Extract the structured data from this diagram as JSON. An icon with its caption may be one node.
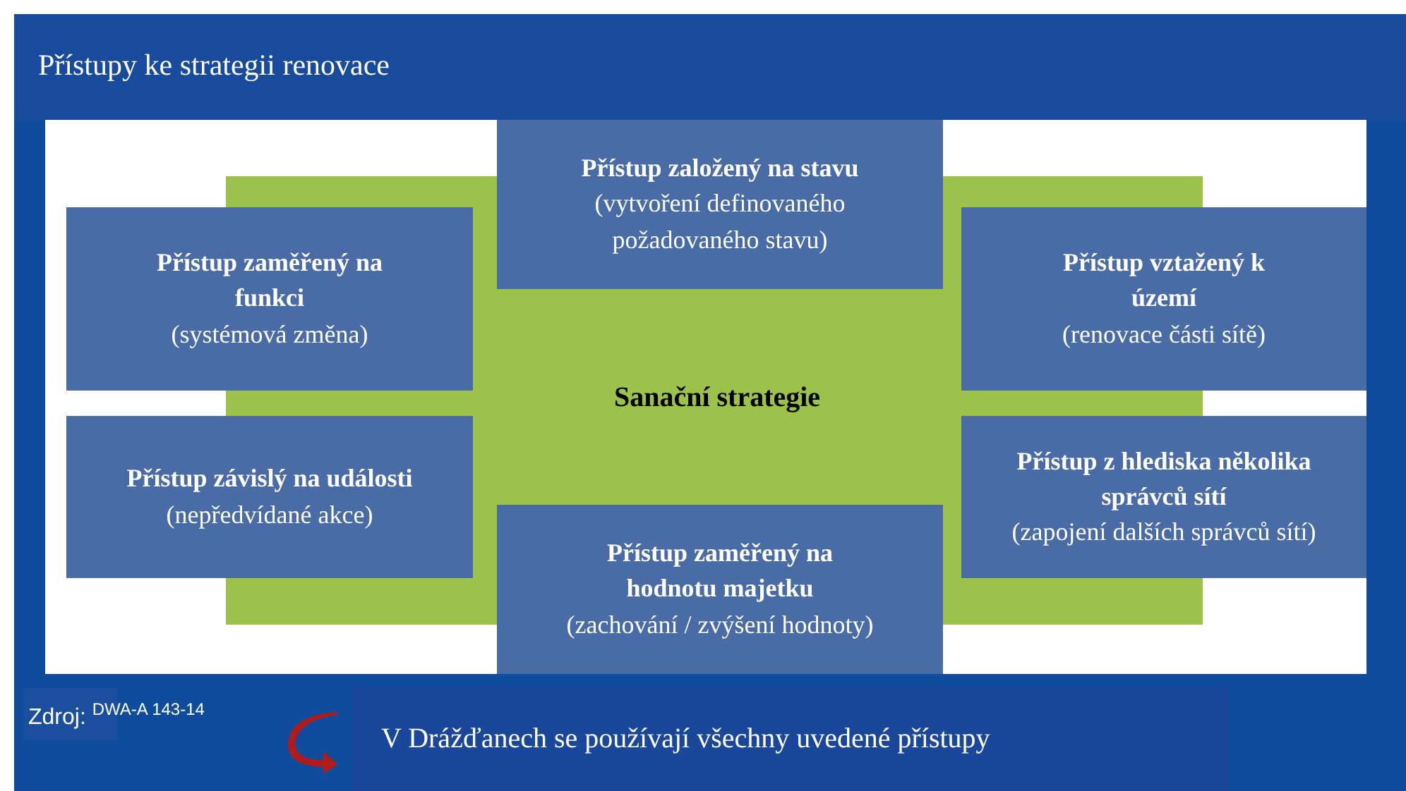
{
  "diagram": {
    "title": "Přístupy ke strategii renovace",
    "nodes": [
      {
        "text": [
          "Přístup založený na stavu",
          "(vytvoření definovaného požadovaného stavu)"
        ]
      },
      {
        "text": [
          "Přístup zaměřený na funkci",
          "(systémová změna)"
        ]
      },
      {
        "text": [
          "Přístup vztažený k území",
          "(renovace části sítě)"
        ]
      },
      {
        "text": [
          "Sanační strategie"
        ]
      },
      {
        "text": [
          "Přístup závislý na události",
          "(nepředvídané akce)"
        ]
      },
      {
        "text": [
          "Přístup z hlediska několika správců sítí",
          "(zapojení dalších správců sítí)"
        ]
      },
      {
        "text": [
          "Přístup zaměřený na hodnotu majetku",
          "(zachování / zvýšení hodnoty)"
        ]
      }
    ],
    "labels": [
      "Zdroj: $^{DWA-A 143-14}$",
      "V Drážďanech se používají všechny uvedené přístupy"
    ]
  }
}
